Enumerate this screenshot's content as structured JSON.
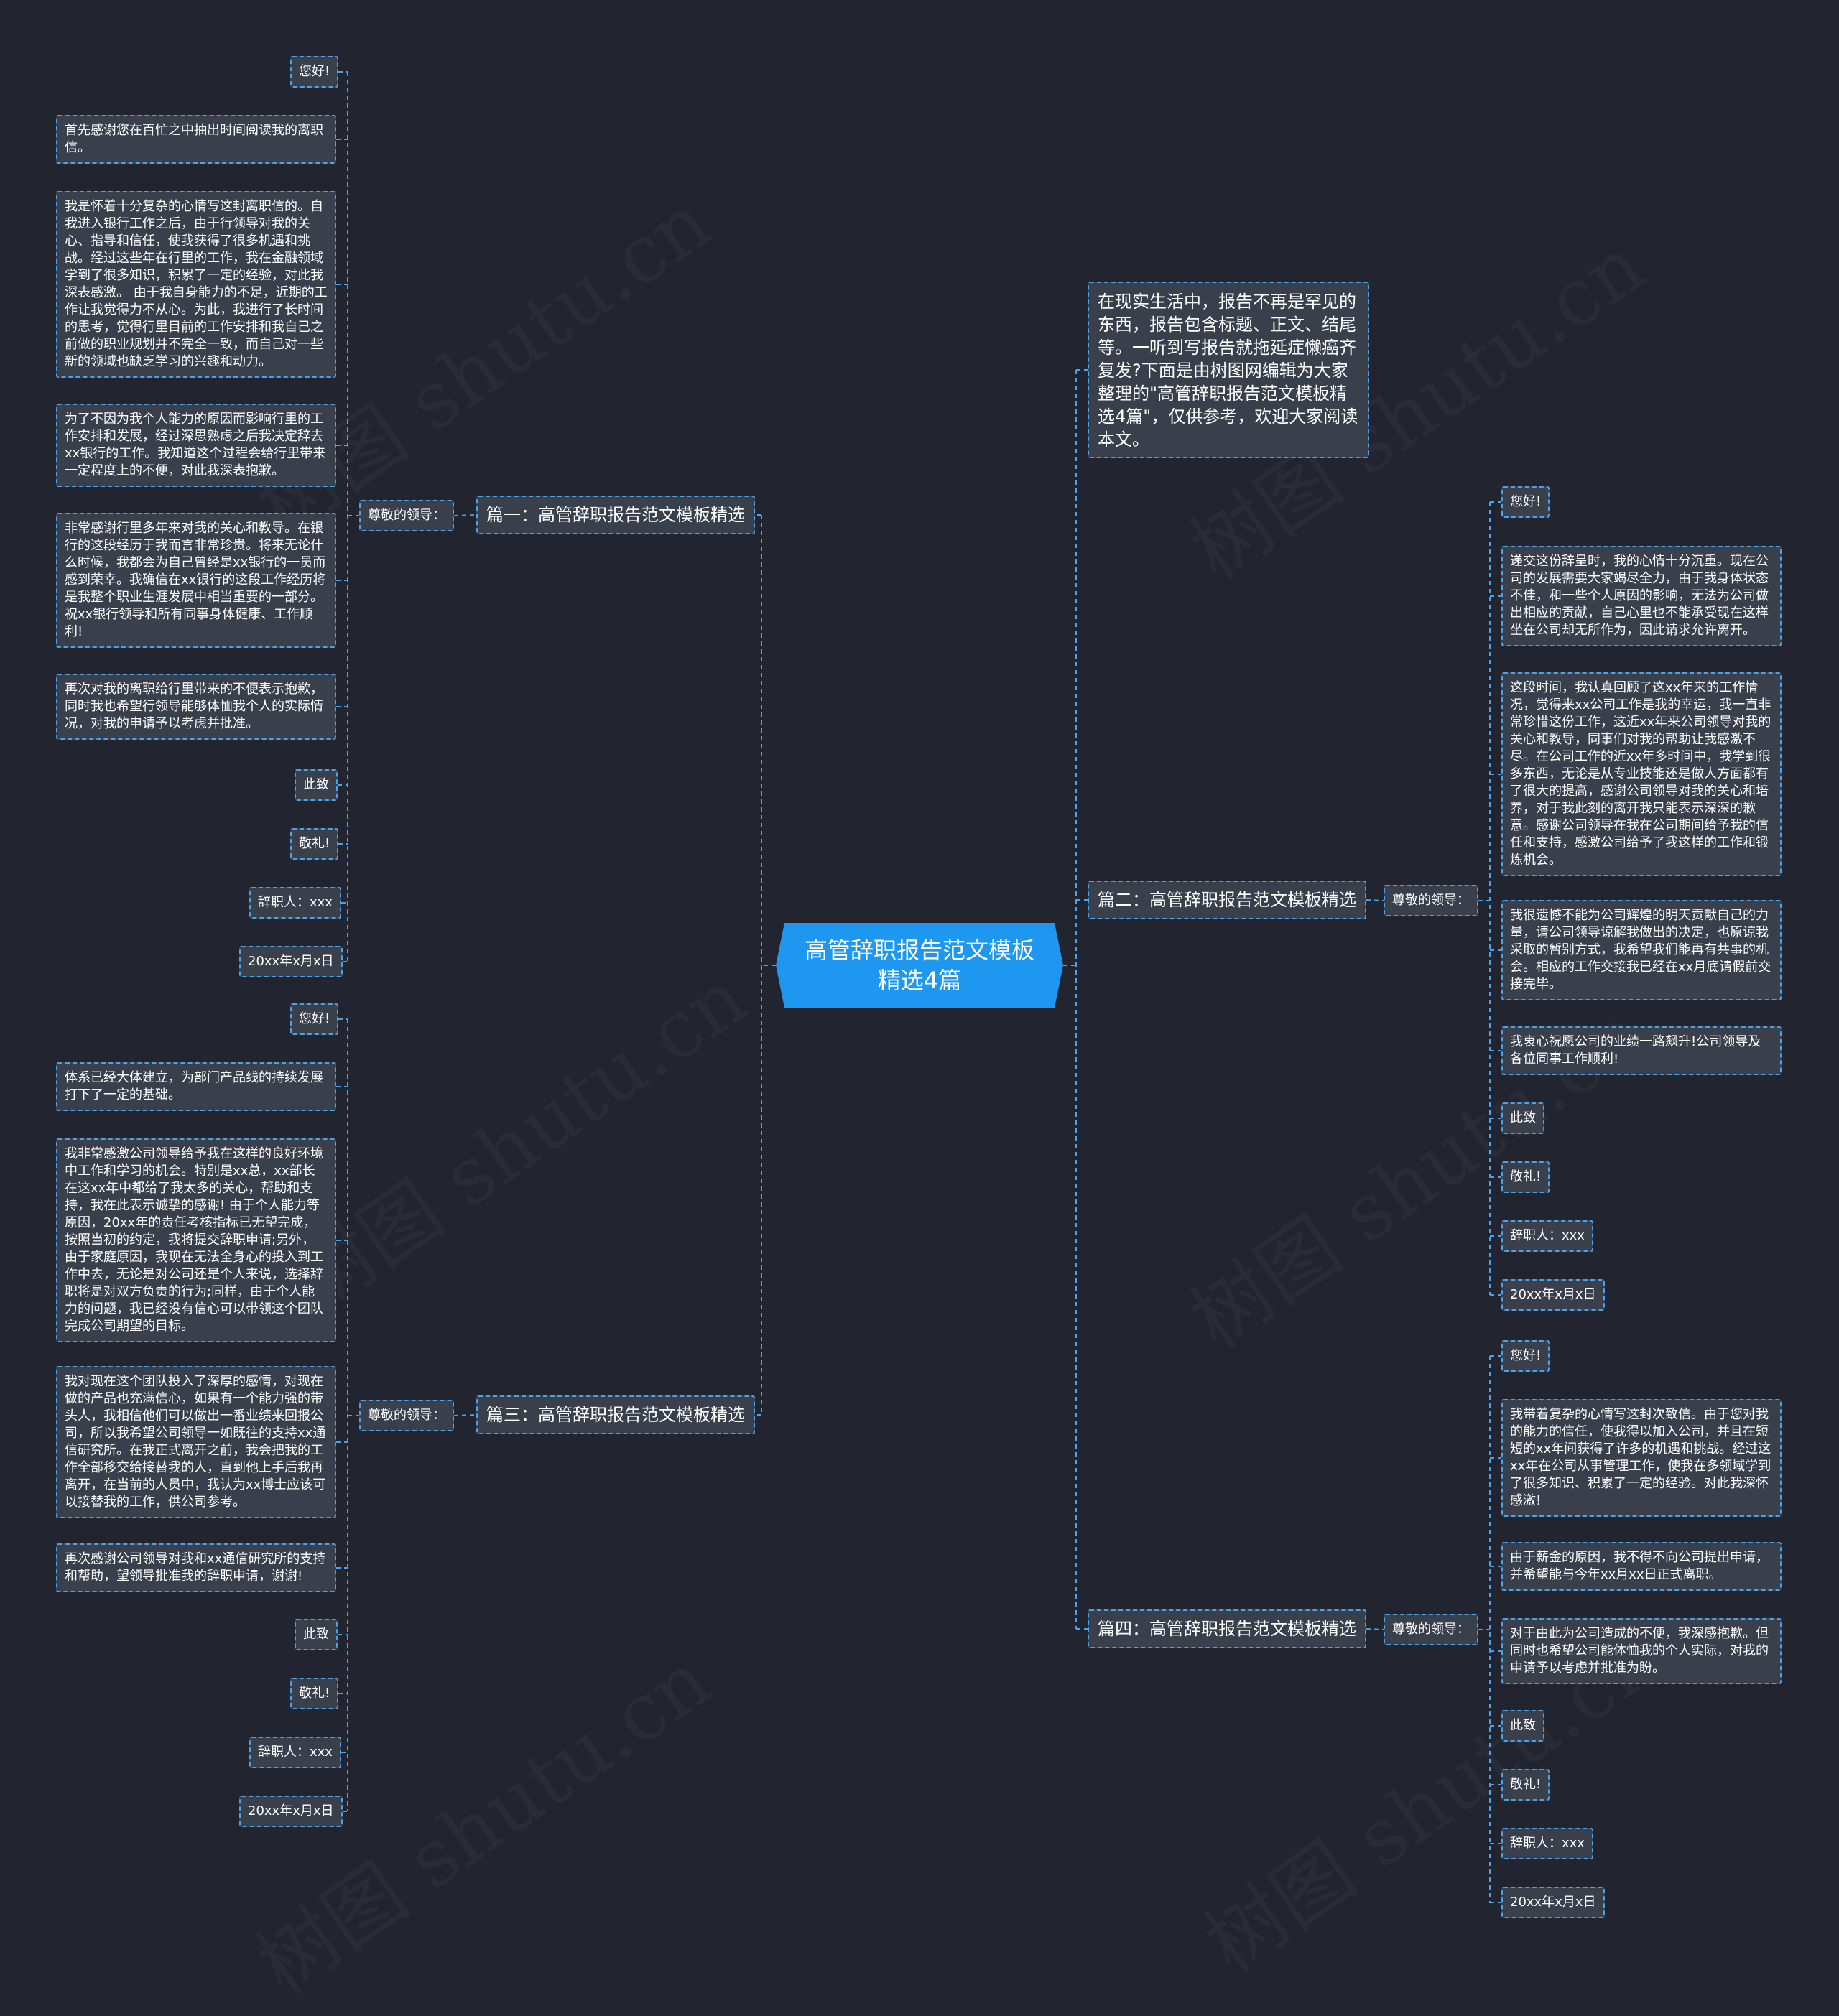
{
  "root": {
    "title": "高管辞职报告范文模板精选4篇"
  },
  "intro": "在现实生活中，报告不再是罕见的东西，报告包含标题、正文、结尾等。一听到写报告就拖延症懒癌齐复发?下面是由树图网编辑为大家整理的\"高管辞职报告范文模板精选4篇\"，仅供参考，欢迎大家阅读本文。",
  "watermark": "树图 shutu.cn",
  "branches": [
    {
      "title": "篇一：高管辞职报告范文模板精选",
      "label": "尊敬的领导：",
      "leaves": [
        "您好!",
        "首先感谢您在百忙之中抽出时间阅读我的离职信。",
        "我是怀着十分复杂的心情写这封离职信的。自我进入银行工作之后，由于行领导对我的关心、指导和信任，使我获得了很多机遇和挑战。经过这些年在行里的工作，我在金融领域学到了很多知识，积累了一定的经验，对此我深表感激。 由于我自身能力的不足，近期的工作让我觉得力不从心。为此，我进行了长时间的思考，觉得行里目前的工作安排和我自己之前做的职业规划并不完全一致，而自己对一些新的领域也缺乏学习的兴趣和动力。",
        "为了不因为我个人能力的原因而影响行里的工作安排和发展，经过深思熟虑之后我决定辞去xx银行的工作。我知道这个过程会给行里带来一定程度上的不便，对此我深表抱歉。",
        "非常感谢行里多年来对我的关心和教导。在银行的这段经历于我而言非常珍贵。将来无论什么时候，我都会为自己曾经是xx银行的一员而感到荣幸。我确信在xx银行的这段工作经历将是我整个职业生涯发展中相当重要的一部分。 祝xx银行领导和所有同事身体健康、工作顺利!",
        "再次对我的离职给行里带来的不便表示抱歉，同时我也希望行领导能够体恤我个人的实际情况，对我的申请予以考虑并批准。",
        "此致",
        "敬礼!",
        "辞职人：xxx",
        "20xx年x月x日"
      ]
    },
    {
      "title": "篇三：高管辞职报告范文模板精选",
      "label": "尊敬的领导：",
      "leaves": [
        "您好!",
        "体系已经大体建立，为部门产品线的持续发展打下了一定的基础。",
        "我非常感激公司领导给予我在这样的良好环境中工作和学习的机会。特别是xx总，xx部长在这xx年中都给了我太多的关心，帮助和支持，我在此表示诚挚的感谢! 由于个人能力等原因，20xx年的责任考核指标已无望完成，按照当初的约定，我将提交辞职申请;另外，由于家庭原因，我现在无法全身心的投入到工作中去，无论是对公司还是个人来说，选择辞职将是对双方负责的行为;同样，由于个人能力的问题，我已经没有信心可以带领这个团队完成公司期望的目标。",
        "我对现在这个团队投入了深厚的感情，对现在做的产品也充满信心，如果有一个能力强的带头人，我相信他们可以做出一番业绩来回报公司，所以我希望公司领导一如既往的支持xx通信研究所。在我正式离开之前，我会把我的工作全部移交给接替我的人，直到他上手后我再离开，在当前的人员中，我认为xx博士应该可以接替我的工作，供公司参考。",
        "再次感谢公司领导对我和xx通信研究所的支持和帮助，望领导批准我的辞职申请，谢谢!",
        "此致",
        "敬礼!",
        "辞职人：xxx",
        "20xx年x月x日"
      ]
    },
    {
      "title": "篇二：高管辞职报告范文模板精选",
      "label": "尊敬的领导：",
      "leaves": [
        "您好!",
        "递交这份辞呈时，我的心情十分沉重。现在公司的发展需要大家竭尽全力，由于我身体状态不佳，和一些个人原因的影响，无法为公司做出相应的贡献，自己心里也不能承受现在这样坐在公司却无所作为，因此请求允许离开。",
        "这段时间，我认真回顾了这xx年来的工作情况，觉得来xx公司工作是我的幸运，我一直非常珍惜这份工作，这近xx年来公司领导对我的关心和教导，同事们对我的帮助让我感激不尽。在公司工作的近xx年多时间中，我学到很多东西，无论是从专业技能还是做人方面都有了很大的提高，感谢公司领导对我的关心和培养，对于我此刻的离开我只能表示深深的歉意。感谢公司领导在我在公司期间给予我的信任和支持，感激公司给予了我这样的工作和锻炼机会。",
        "我很遗憾不能为公司辉煌的明天贡献自己的力量，请公司领导谅解我做出的决定，也原谅我采取的暂别方式，我希望我们能再有共事的机会。相应的工作交接我已经在xx月底请假前交接完毕。",
        "我衷心祝愿公司的业绩一路飙升!公司领导及各位同事工作顺利!",
        "此致",
        "敬礼!",
        "辞职人：xxx",
        "20xx年x月x日"
      ]
    },
    {
      "title": "篇四：高管辞职报告范文模板精选",
      "label": "尊敬的领导：",
      "leaves": [
        "您好!",
        "我带着复杂的心情写这封次致信。由于您对我的能力的信任，使我得以加入公司，并且在短短的xx年间获得了许多的机遇和挑战。经过这xx年在公司从事管理工作，使我在多领域学到了很多知识、积累了一定的经验。对此我深怀感激!",
        "由于薪金的原因，我不得不向公司提出申请，并希望能与今年xx月xx日正式离职。",
        "对于由此为公司造成的不便，我深感抱歉。但同时也希望公司能体恤我的个人实际，对我的申请予以考虑并批准为盼。",
        "此致",
        "敬礼!",
        "辞职人：xxx",
        "20xx年x月x日"
      ]
    }
  ],
  "colors": {
    "background": "#22252f",
    "node": "#3a3f4c",
    "connector": "#4aa3e8",
    "root": "#1e97f0"
  }
}
